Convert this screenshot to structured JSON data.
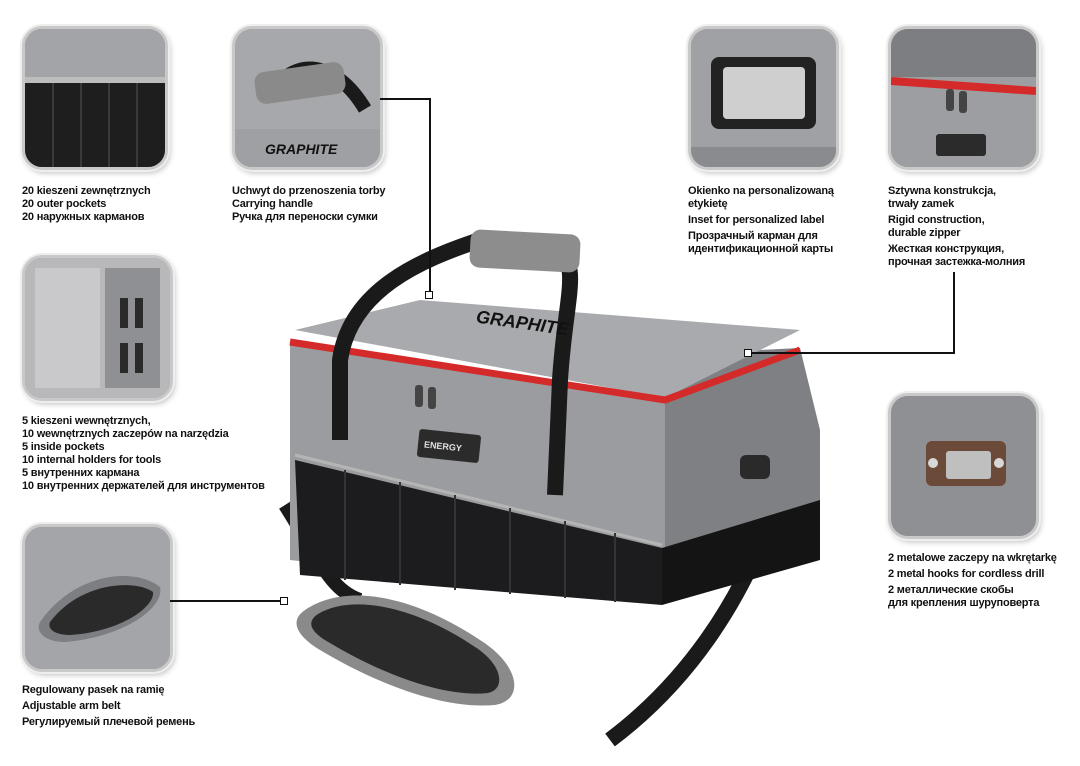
{
  "brand": {
    "logo_text": "GRAPHITE",
    "badge_text": "ENERGY"
  },
  "features": {
    "outer_pockets": {
      "lines": [
        "20 kieszeni zewnętrznych",
        "20 outer pockets",
        "20 наружных карманов"
      ]
    },
    "handle": {
      "lines": [
        "Uchwyt do przenoszenia torby",
        "Carrying handle",
        "Ручка для переноски сумки"
      ]
    },
    "label_window": {
      "lines": [
        "Okienko na personalizowaną",
        "etykietę",
        "Inset for personalized label",
        "Прозрачный карман для",
        "идентификационной карты"
      ]
    },
    "rigid": {
      "lines": [
        "Sztywna konstrukcja,",
        "trwały zamek",
        "Rigid construction,",
        "durable zipper",
        "Жесткая конструкция,",
        "прочная застежка-молния"
      ]
    },
    "inside": {
      "lines": [
        "5 kieszeni wewnętrznych,",
        "10 wewnętrznych zaczepów na narzędzia",
        "5 inside pockets",
        "10 internal holders for tools",
        "5 внутренних кармана",
        "10 внутренних держателей для инструментов"
      ]
    },
    "hooks": {
      "lines": [
        "2 metalowe zaczepy na wkrętarkę",
        "2 metal hooks for cordless drill",
        "2 металлические скобы",
        "для крепления шуруповерта"
      ]
    },
    "strap": {
      "lines": [
        "Regulowany pasek na ramię",
        "Adjustable arm belt",
        "Регулируемый плечевой ремень"
      ]
    }
  },
  "colors": {
    "bag_gray": "#8e8f92",
    "bag_black": "#1c1c1e",
    "zipper_red": "#d42a2a",
    "frame": "#c9c9c9"
  }
}
